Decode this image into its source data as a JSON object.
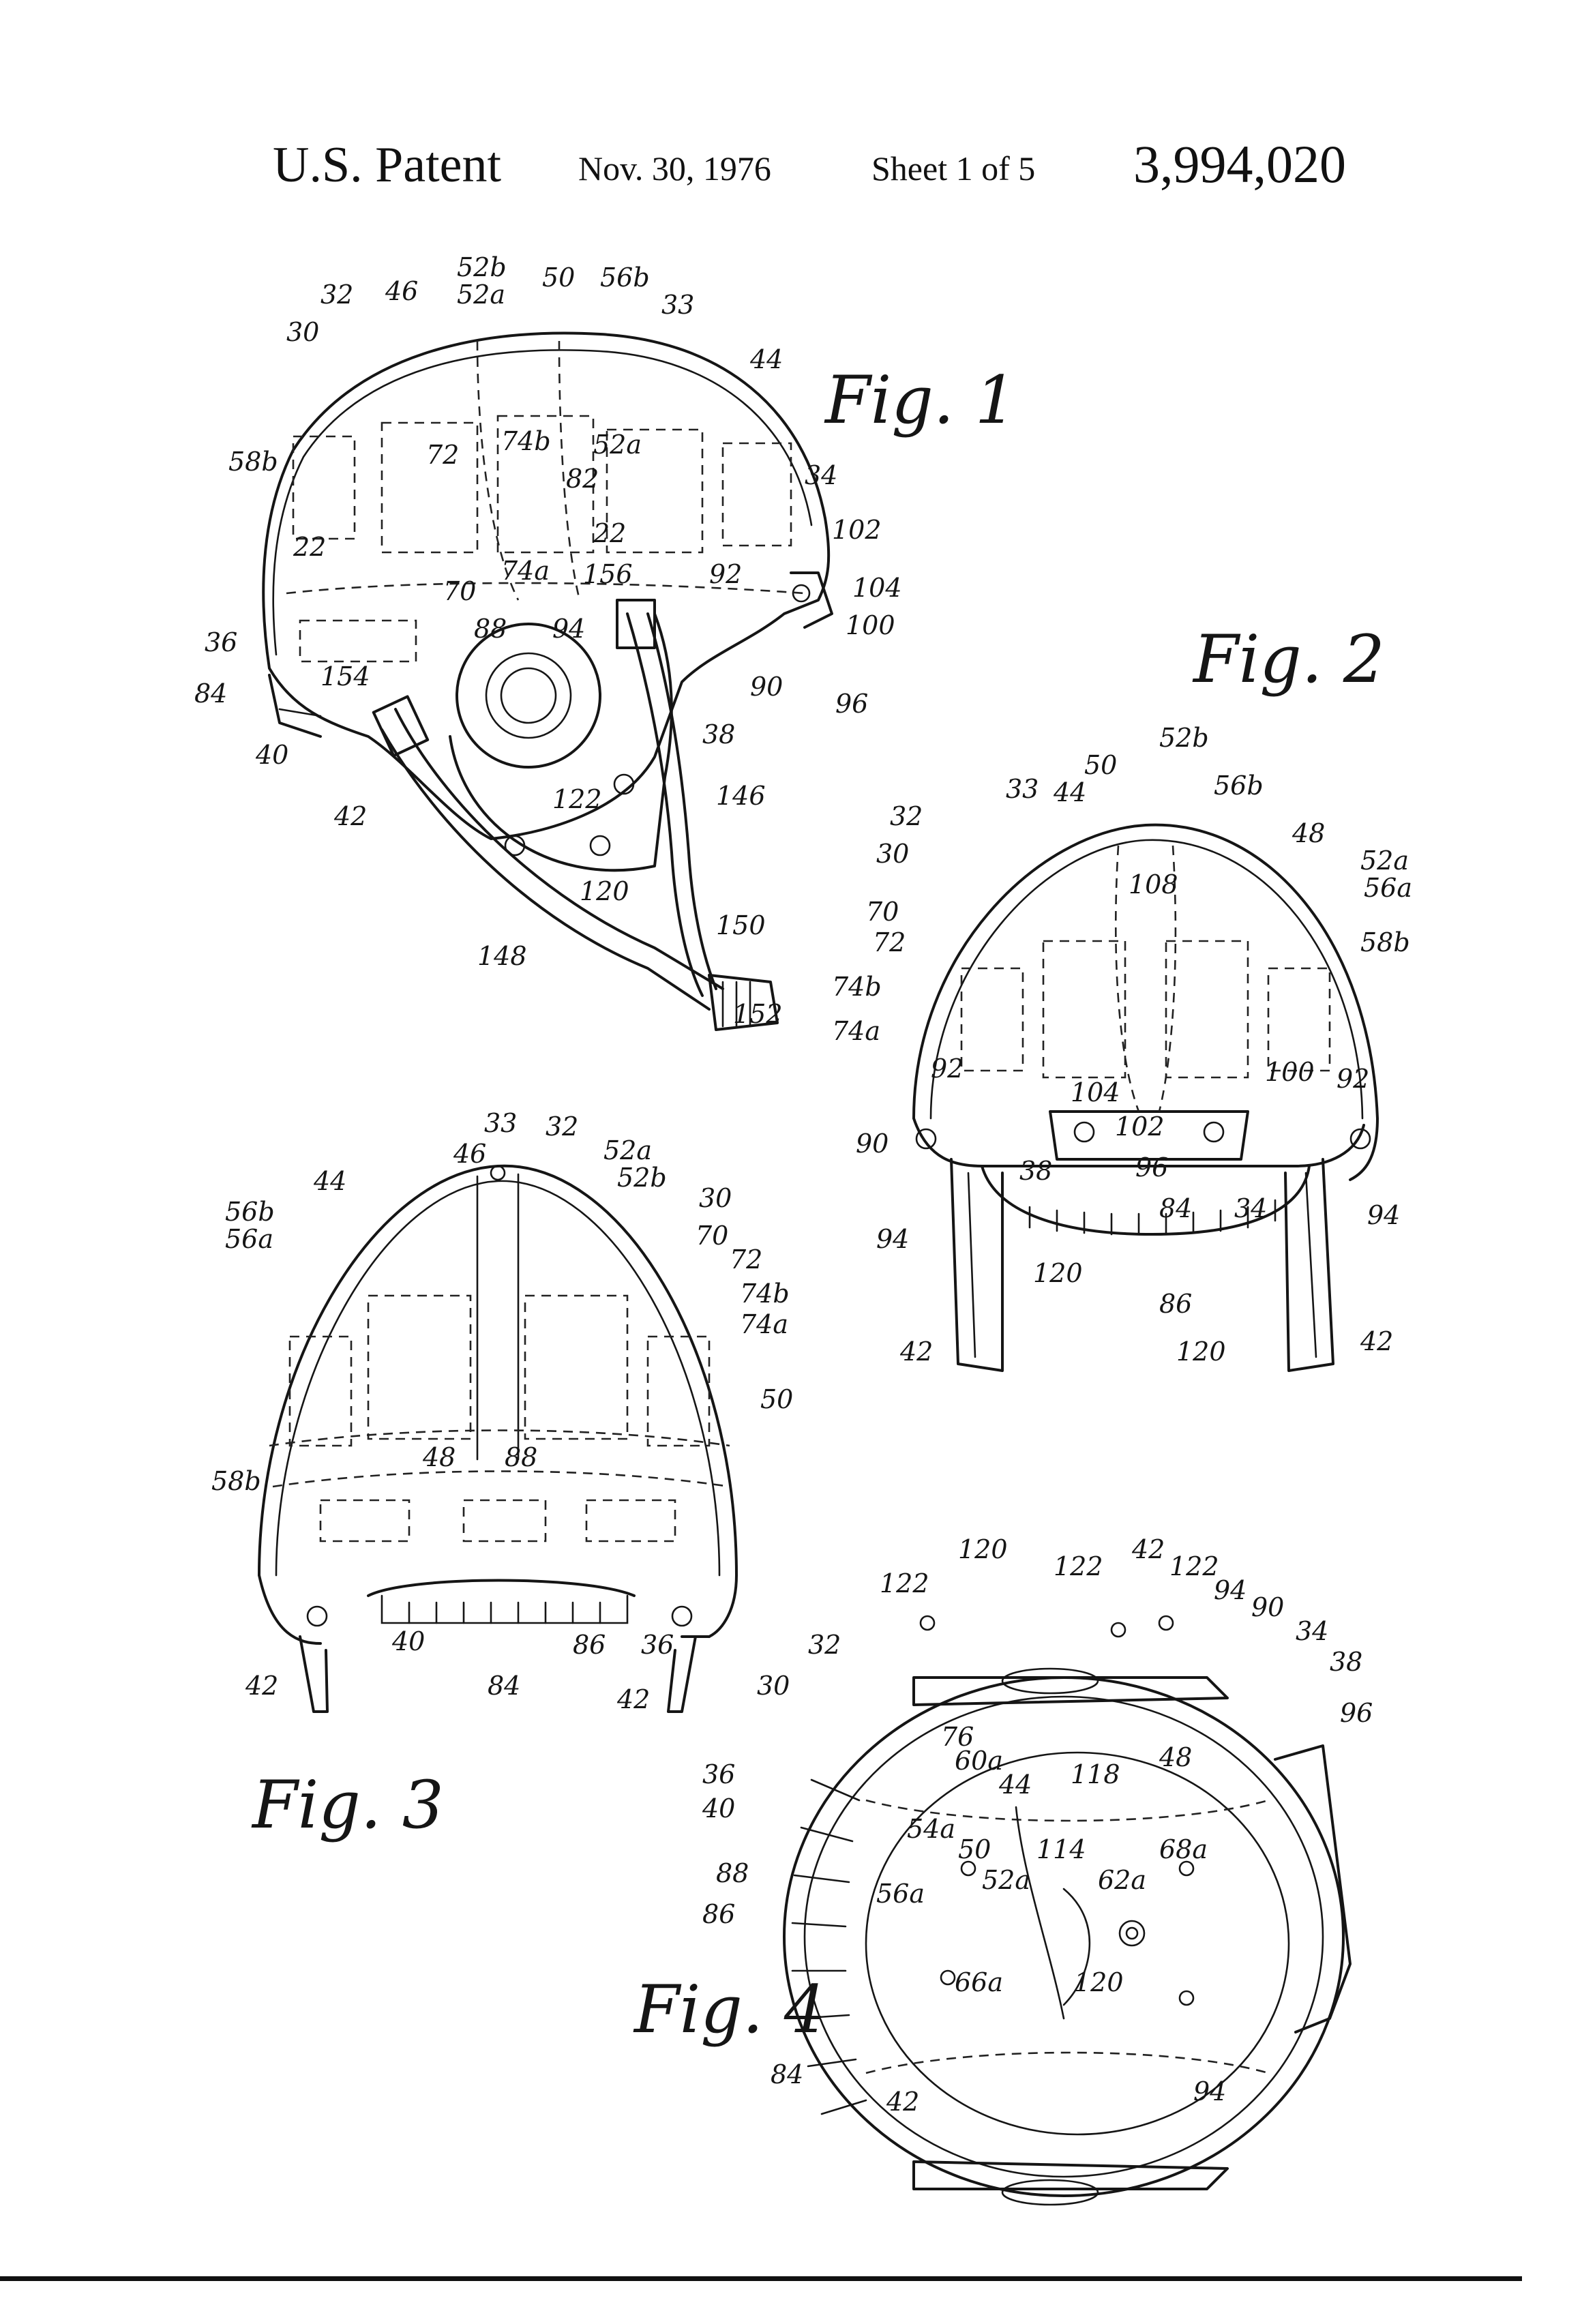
{
  "header": {
    "title": "U.S. Patent",
    "date": "Nov. 30, 1976",
    "sheet": "Sheet 1 of 5",
    "patent_number": "3,994,020"
  },
  "figures": {
    "fig1": {
      "label": "Fig. 1",
      "refs": [
        "32",
        "46",
        "52b",
        "50",
        "56b",
        "30",
        "52a",
        "33",
        "44",
        "58b",
        "72",
        "74b",
        "52a",
        "82",
        "34",
        "22",
        "22",
        "102",
        "70",
        "74a",
        "156",
        "92",
        "104",
        "36",
        "88",
        "94",
        "100",
        "84",
        "154",
        "90",
        "96",
        "38",
        "40",
        "122",
        "146",
        "42",
        "120",
        "150",
        "148",
        "152"
      ]
    },
    "fig2": {
      "label": "Fig. 2",
      "refs": [
        "52b",
        "50",
        "56b",
        "33",
        "44",
        "48",
        "32",
        "30",
        "52a",
        "108",
        "56a",
        "70",
        "72",
        "58b",
        "74b",
        "74a",
        "104",
        "100",
        "92",
        "102",
        "92",
        "96",
        "90",
        "38",
        "84",
        "34",
        "94",
        "94",
        "120",
        "86",
        "42",
        "120",
        "42"
      ]
    },
    "fig3": {
      "label": "Fig. 3",
      "refs": [
        "33",
        "32",
        "46",
        "52a",
        "44",
        "52b",
        "30",
        "56b",
        "70",
        "56a",
        "72",
        "74b",
        "74a",
        "50",
        "58b",
        "48",
        "88",
        "40",
        "86",
        "36",
        "84",
        "42",
        "42"
      ]
    },
    "fig4": {
      "label": "Fig. 4",
      "refs": [
        "120",
        "42",
        "122",
        "122",
        "122",
        "94",
        "90",
        "32",
        "34",
        "38",
        "30",
        "96",
        "76",
        "60a",
        "48",
        "36",
        "44",
        "118",
        "40",
        "54a",
        "50",
        "114",
        "68a",
        "88",
        "52a",
        "62a",
        "56a",
        "86",
        "66a",
        "120",
        "84",
        "42",
        "94"
      ]
    }
  }
}
